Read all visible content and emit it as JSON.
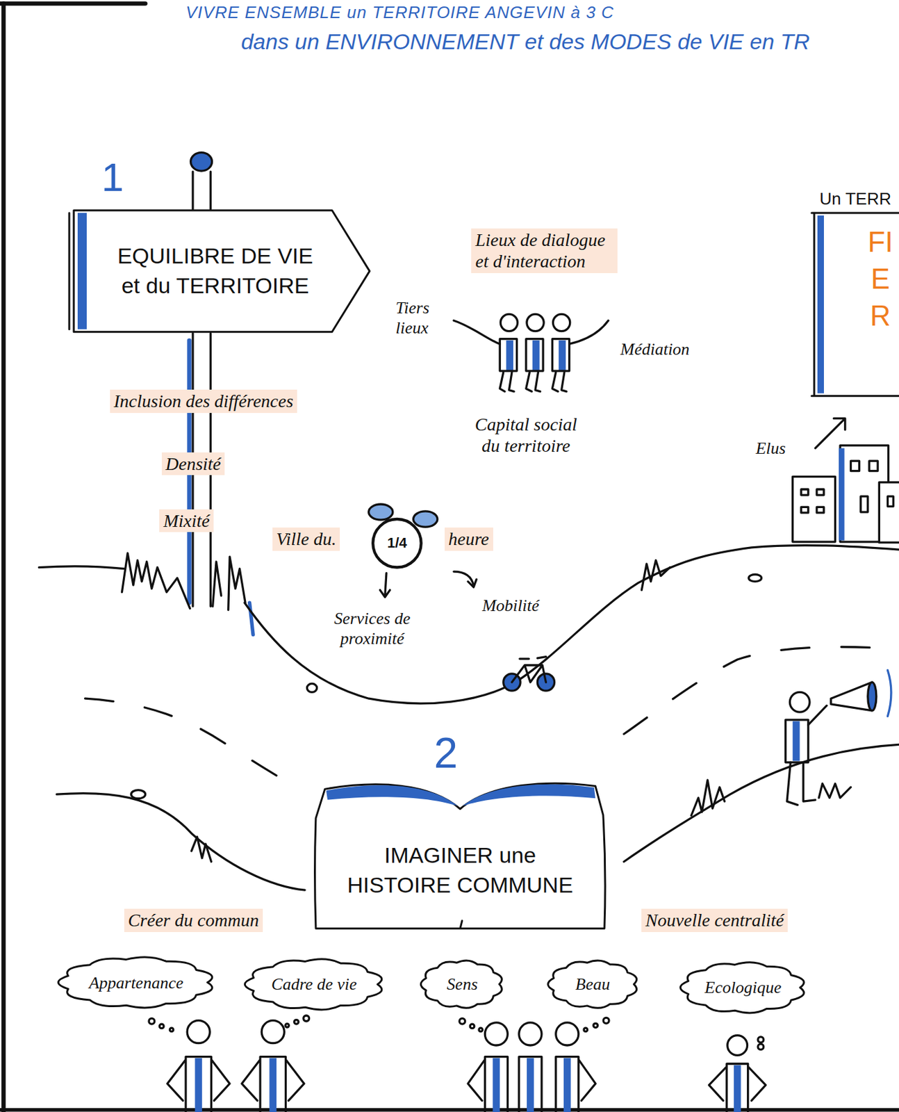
{
  "diagram": {
    "title": "VIVRE ENSEMBLE un TERRITOIRE ANGEVIN à 3 C",
    "nodes": [
      {
        "text": [
          "EQUILIBRE DE VIE et du TERRITOIRE"
        ]
      },
      {
        "text": [
          "Un TERR",
          "FIER"
        ]
      },
      {
        "text": [
          "IMAGINER une HISTOIRE COMMUNE"
        ]
      },
      {
        "text": [
          "Appartenance"
        ]
      },
      {
        "text": [
          "Cadre de vie"
        ]
      },
      {
        "text": [
          "Sens"
        ]
      },
      {
        "text": [
          "Beau"
        ]
      },
      {
        "text": [
          "Ecologique"
        ]
      }
    ],
    "labels": [
      "dans un ENVIRONNEMENT et des MODES de VIE en TR",
      "1",
      "Lieux de dialogue et d'interaction",
      "Tiers lieux",
      "Médiation",
      "Inclusion des différences",
      "Capital social du territoire",
      "Elus",
      "Densité",
      "Mixité",
      "Ville du.",
      "1/4",
      "heure",
      "Services de proximité",
      "Mobilité",
      "2",
      "Créer du commun",
      "Nouvelle centralité"
    ]
  }
}
